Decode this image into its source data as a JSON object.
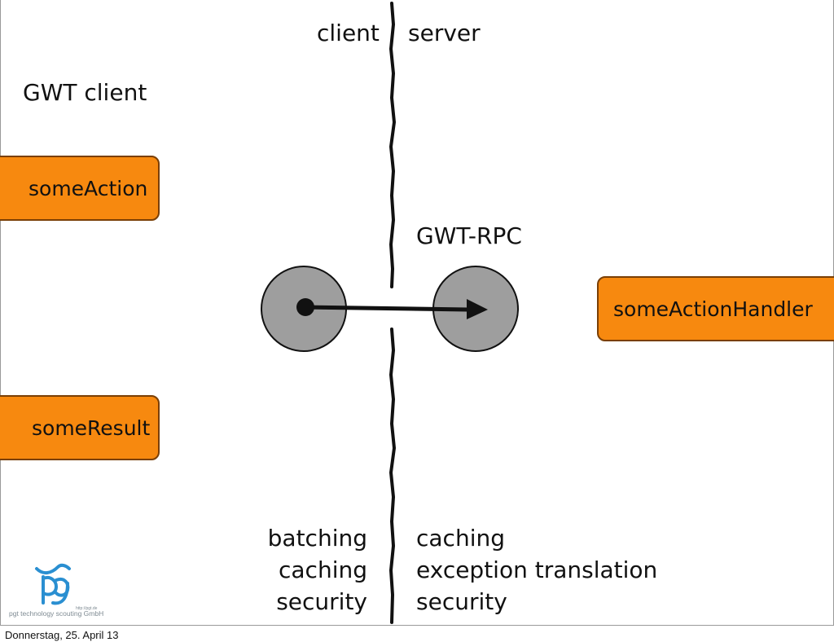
{
  "header": {
    "client_label": "client",
    "server_label": "server"
  },
  "gwt_client_title": "GWT client",
  "boxes": {
    "action": "someAction",
    "result": "someResult",
    "handler": "someActionHandler"
  },
  "rpc_label": "GWT-RPC",
  "client_features": [
    "batching",
    "caching",
    "security"
  ],
  "server_features": [
    "caching",
    "exception translation",
    "security"
  ],
  "logo": {
    "brand": "pgt technology scouting GmbH",
    "url": "http://pgt.de"
  },
  "footer": {
    "date": "Donnerstag, 25. April 13"
  },
  "colors": {
    "box_fill": "#f7890f",
    "box_border": "#7a3f05",
    "node_fill": "#9e9e9e",
    "logo_blue": "#2a8fd1"
  }
}
